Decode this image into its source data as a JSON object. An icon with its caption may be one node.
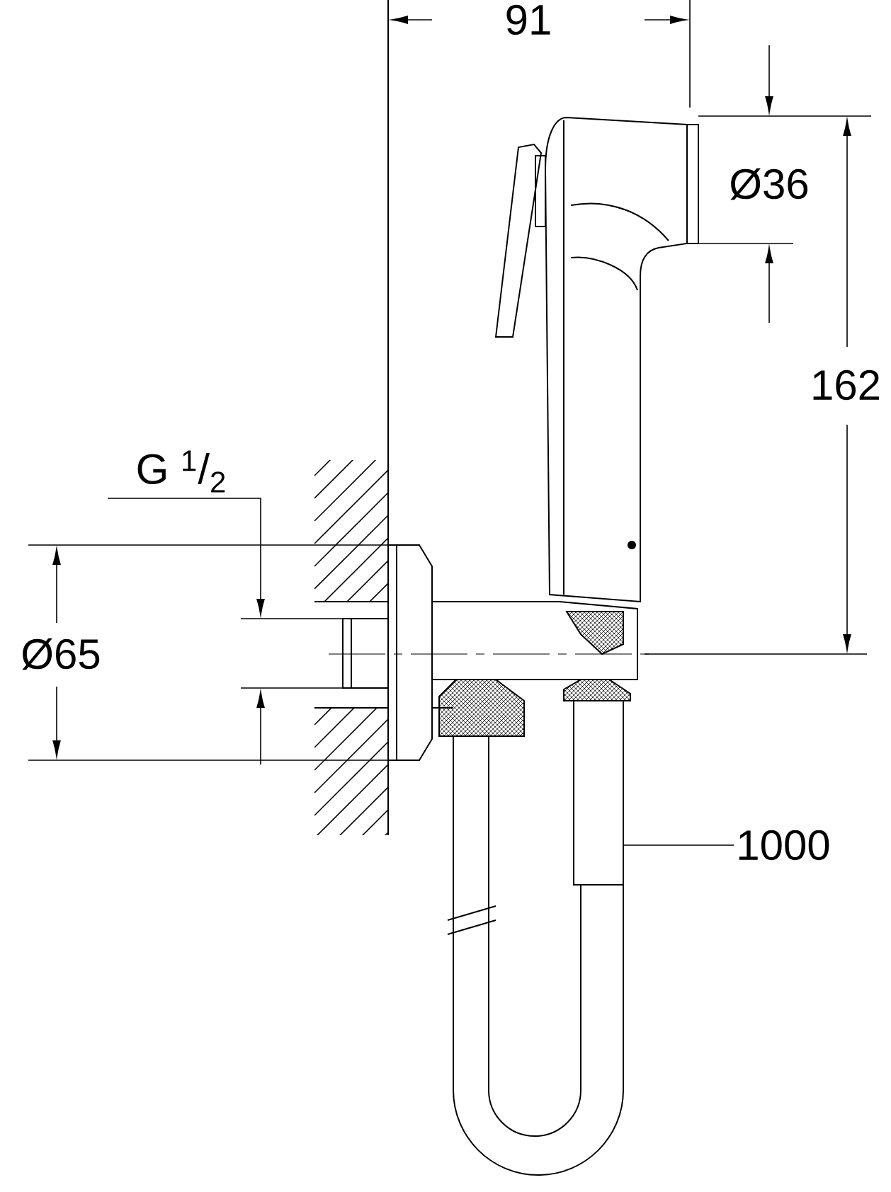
{
  "diagram": {
    "nodes": [
      {
        "text": [
          "1000"
        ]
      },
      {
        "text": [],
        "shape": "box"
      }
    ],
    "edges": [
      {
        "from": 0,
        "to": 1,
        "arrow": "none"
      }
    ],
    "labels": [
      "91",
      "Ø36",
      "162",
      "G $^{1}$/$_{2}$",
      "Ø65"
    ]
  }
}
